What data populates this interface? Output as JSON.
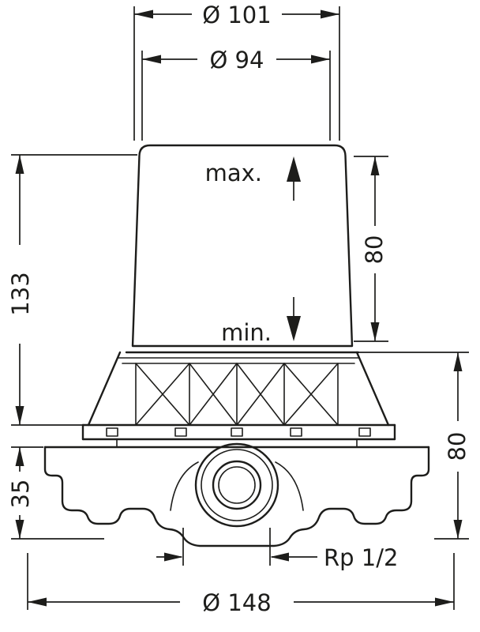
{
  "drawing": {
    "description": "technical-dimension-drawing-concealed-installation-body",
    "background_color": "#ffffff",
    "ink_color": "#1d1d1b",
    "dims": {
      "dia101": "Ø 101",
      "dia94": "Ø 94",
      "max_label": "max.",
      "min_label": "min.",
      "h80_top": "80",
      "h133": "133",
      "h35": "35",
      "h80_bottom": "80",
      "rp": "Rp 1/2",
      "dia148": "Ø 148"
    }
  }
}
